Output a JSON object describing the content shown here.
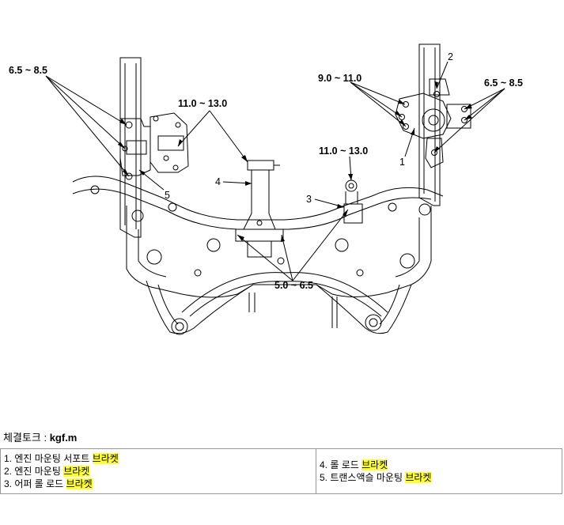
{
  "diagram": {
    "torque_labels": {
      "left_mount": "6.5 ~ 8.5",
      "center_top": "11.0 ~ 13.0",
      "right_top": "9.0 ~ 11.0",
      "right_mount": "6.5 ~ 8.5",
      "roll_rod_upper": "11.0 ~ 13.0",
      "bottom_center": "5.0 ~ 6.5"
    },
    "callouts": {
      "n1": "1",
      "n2": "2",
      "n3": "3",
      "n4": "4",
      "n5": "5"
    }
  },
  "torque_unit": {
    "prefix": "체결토크 : ",
    "unit": "kgf.m"
  },
  "legend": {
    "left": [
      {
        "text": "1. 엔진 마운팅 서포트 ",
        "highlight": "브라켓"
      },
      {
        "text": "2. 엔진 마운팅 ",
        "highlight": "브라켓"
      },
      {
        "text": "3. 어퍼 롤 로드 ",
        "highlight": "브라켓"
      }
    ],
    "right": [
      {
        "text": "4. 롤 로드 ",
        "highlight": "브라켓"
      },
      {
        "text": "5. 트랜스액슬 마운팅 ",
        "highlight": "브라켓"
      }
    ],
    "highlight_color": "#ffff33"
  }
}
